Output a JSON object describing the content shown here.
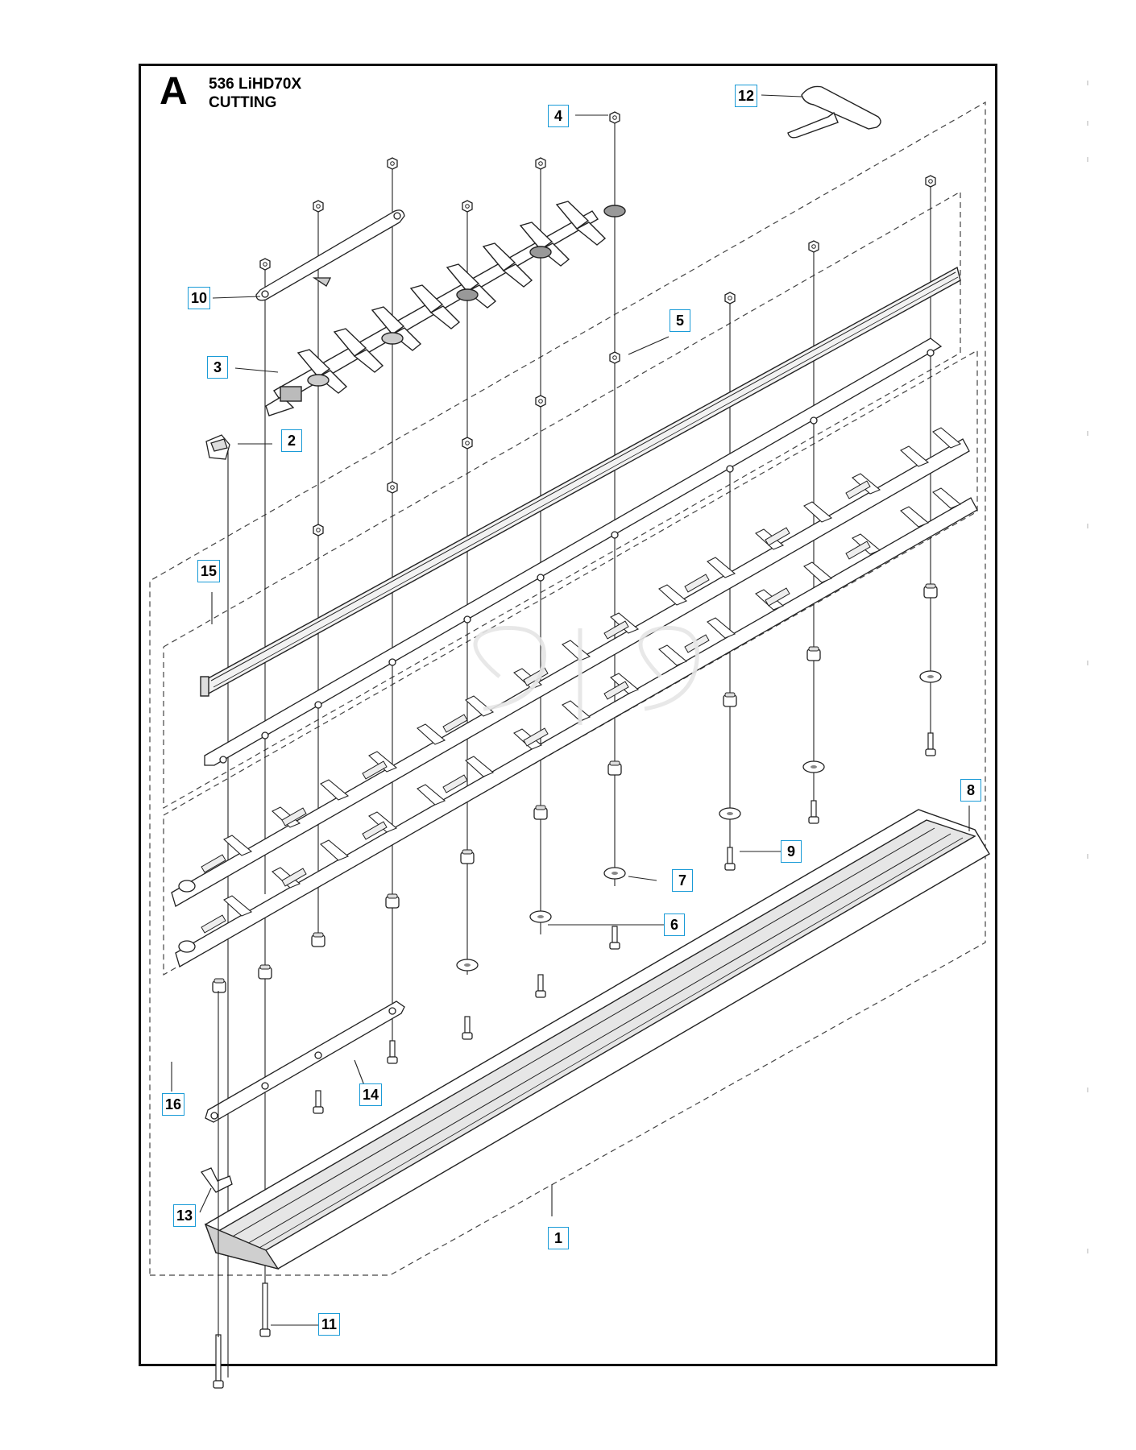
{
  "header": {
    "section_letter": "A",
    "model": "536 LiHD70X",
    "assembly": "CUTTING"
  },
  "callouts": [
    {
      "id": "c1",
      "label": "1"
    },
    {
      "id": "c2",
      "label": "2"
    },
    {
      "id": "c3",
      "label": "3"
    },
    {
      "id": "c4",
      "label": "4"
    },
    {
      "id": "c5",
      "label": "5"
    },
    {
      "id": "c6",
      "label": "6"
    },
    {
      "id": "c7",
      "label": "7"
    },
    {
      "id": "c8",
      "label": "8"
    },
    {
      "id": "c9",
      "label": "9"
    },
    {
      "id": "c10",
      "label": "10"
    },
    {
      "id": "c11",
      "label": "11"
    },
    {
      "id": "c12",
      "label": "12"
    },
    {
      "id": "c13",
      "label": "13"
    },
    {
      "id": "c14",
      "label": "14"
    },
    {
      "id": "c15",
      "label": "15"
    },
    {
      "id": "c16",
      "label": "16"
    }
  ],
  "colors": {
    "frame": "#111111",
    "line": "#222222",
    "callout_border": "#1a9bd7",
    "part_fill": "#ffffff",
    "part_shade": "#bdbdbd"
  }
}
